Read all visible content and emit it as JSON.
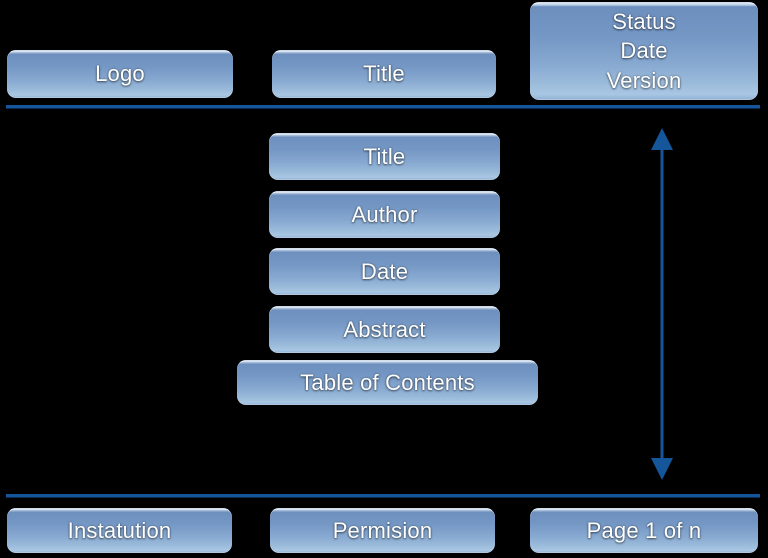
{
  "diagram": {
    "title": "Document page layout wireframe",
    "background_color": "#000000",
    "accent_color": "#15569b",
    "box_fill_top": "#6d8fbe",
    "box_fill_bottom": "#a9c7e3",
    "box_text_color": "#ffffff"
  },
  "header_row": {
    "logo_label": "Logo",
    "title_label": "Title",
    "meta_label": "Status\nDate\nVersion"
  },
  "body_column": {
    "items": [
      {
        "label": "Title"
      },
      {
        "label": "Author"
      },
      {
        "label": "Date"
      },
      {
        "label": "Abstract"
      },
      {
        "label": "Table of Contents"
      }
    ]
  },
  "footer_row": {
    "institution_label": "Instatution",
    "permission_label": "Permision",
    "page_label": "Page 1 of n"
  },
  "annotations": {
    "body_extent_arrow": "double-headed-vertical-arrow"
  }
}
